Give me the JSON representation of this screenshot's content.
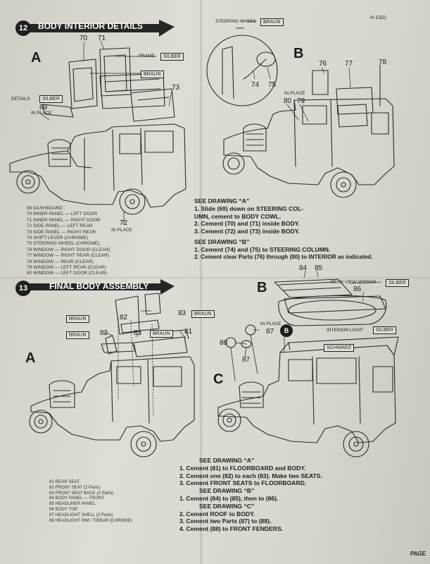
{
  "kit_number": "H-1331",
  "page_label": "PAGE",
  "step12": {
    "number": "12",
    "title": "BODY INTERIOR DETAILS",
    "drawing_a": "A",
    "drawing_b": "B",
    "callouts_a": [
      "70",
      "71",
      "73",
      "69",
      "72"
    ],
    "callouts_b": [
      "74",
      "75",
      "76",
      "77",
      "78",
      "80",
      "79"
    ],
    "tags": {
      "frame": "FRAME",
      "silber1": "SILBER",
      "braun": "BRAUN",
      "details": "DETAILS",
      "silber2": "SILBER",
      "in_place_a": "IN PLACE",
      "in_place_a2": "IN PLACE",
      "steering_wheel": "STEERING WHEEL",
      "braun_sw": "BRAUN",
      "in_place_b": "IN PLACE"
    },
    "parts_list": [
      "69   DASHBOARD",
      "70   INNER PANEL — LEFT DOOR",
      "71   INNER PANEL — RIGHT DOOR",
      "72   SIDE PANEL — LEFT REAR",
      "73   SIDE PANEL — RIGHT REAR",
      "74   SHIFT LEVER (CHROME)",
      "75   STEERING WHEEL (CHROME)",
      "76   WINDOW — RIGHT DOOR (CLEAR)",
      "77   WINDOW — RIGHT REAR (CLEAR)",
      "78   WINDOW — REAR (CLEAR)",
      "79   WINDOW — LEFT REAR (CLEAR)",
      "80   WINDOW — LEFT DOOR (CLEAR)"
    ],
    "instructions": [
      {
        "type": "heading",
        "text": "SEE DRAWING “A”"
      },
      {
        "type": "line",
        "text": "1.  Slide (69) down on STEERING COL-"
      },
      {
        "type": "line",
        "text": "     UMN, cement to BODY COWL."
      },
      {
        "type": "line",
        "text": "2.  Cement (70) and (71) inside BODY."
      },
      {
        "type": "line",
        "text": "3.  Cement (72) and (73) inside BODY."
      },
      {
        "type": "heading",
        "text": "SEE DRAWING “B”"
      },
      {
        "type": "line",
        "text": "1.  Cement (74) and (75) to STEERING COLUMN."
      },
      {
        "type": "line",
        "text": "2.  Cement clear Parts (76) through (80) to INTERIOR as indicated."
      }
    ]
  },
  "step13": {
    "number": "13",
    "title": "FINAL BODY ASSEMBLY",
    "drawing_a": "A",
    "drawing_b": "B",
    "drawing_c": "C",
    "callouts": [
      "82",
      "83",
      "82",
      "83",
      "81",
      "84",
      "85",
      "86",
      "87",
      "88",
      "87"
    ],
    "tags": {
      "braun1": "BRAUN",
      "braun2": "BRAUN",
      "braun3": "BRAUN",
      "braun4": "BRAUN",
      "rear_view_mirror": "REAR VIEW MIRROR",
      "silber3": "SILBER",
      "interior_light": "INTERIOR LIGHT",
      "silber4": "SILBER",
      "in_place_c": "IN PLACE",
      "schwarz": "SCHWARZ",
      "b_marker": "B"
    },
    "parts_list": [
      "81   REAR SEAT",
      "82   FRONT SEAT (2 Parts)",
      "83   FRONT SEAT BACK (2 Parts)",
      "84   BODY PANEL — FRONT",
      "85   HEADLINER PANEL",
      "86   BODY TOP",
      "87   HEADLIGHT SHELL (2 Parts)",
      "88   HEADLIGHT RIM / TIEBAR (CHROME)"
    ],
    "instructions": [
      {
        "type": "heading",
        "text": "SEE DRAWING “A”"
      },
      {
        "type": "line",
        "text": "1.  Cement (81) to FLOORBOARD and BODY."
      },
      {
        "type": "line",
        "text": "2.  Cement one (82) to each (83). Make two SEATS."
      },
      {
        "type": "line",
        "text": "3.  Cement FRONT SEATS to FLOORBOARD."
      },
      {
        "type": "heading",
        "text": "SEE DRAWING “B”"
      },
      {
        "type": "line",
        "text": "1.  Cement (84) to (85), then to (86)."
      },
      {
        "type": "heading",
        "text": "SEE DRAWING “C”"
      },
      {
        "type": "line",
        "text": "2.  Cement ROOF to BODY."
      },
      {
        "type": "line",
        "text": "3.  Cement two Parts (87) to (88)."
      },
      {
        "type": "line",
        "text": "4.  Cement (88) to FRONT FENDERS."
      }
    ]
  }
}
